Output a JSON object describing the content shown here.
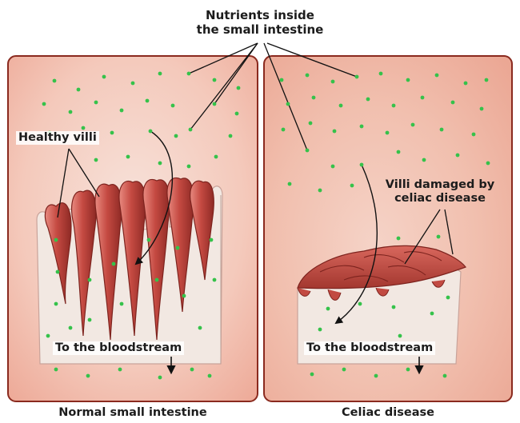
{
  "labels": {
    "nutrients": [
      "Nutrients inside",
      "the small intestine"
    ],
    "healthy_villi": "Healthy villi",
    "villi_damaged": [
      "Villi damaged by",
      "celiac disease"
    ],
    "to_bloodstream_left": "To the bloodstream",
    "to_bloodstream_right": "To the bloodstream",
    "caption_left": "Normal small intestine",
    "caption_right": "Celiac disease"
  },
  "colors": {
    "panel_border": "#8a2a1f",
    "panel_bg": "#f4c6b8",
    "villus": "#c24a42",
    "villus_dark": "#8e2a25",
    "tissue": "#f1e6df",
    "nutrient_dot": "#35c24a"
  }
}
